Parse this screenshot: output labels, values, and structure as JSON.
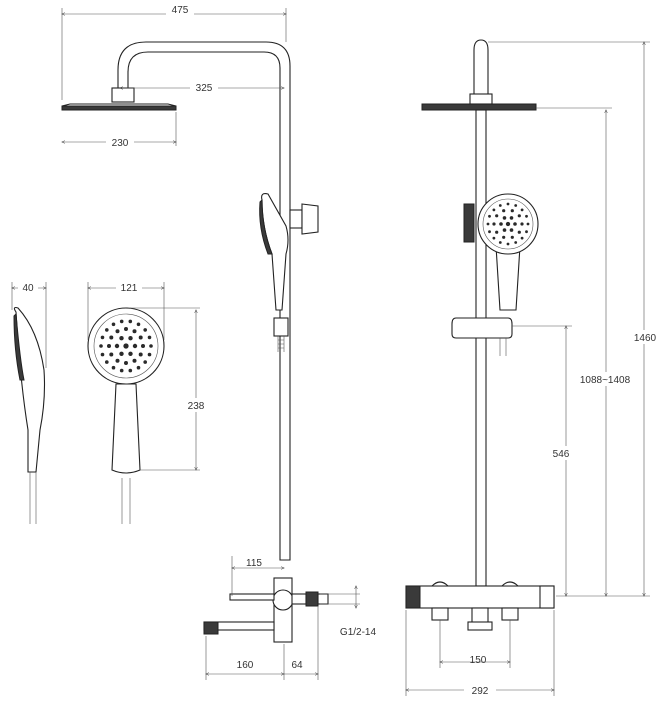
{
  "dimensions": {
    "arm_length": "475",
    "arm_reach": "325",
    "head_diameter": "230",
    "hand_depth": "40",
    "hand_width": "121",
    "hand_length": "238",
    "spout_offset": "115",
    "spout_length": "160",
    "inlet_offset": "64",
    "thread": "G1/2-14",
    "total_height": "1460",
    "rail_range": "1088~1408",
    "holder_height": "546",
    "inlet_spacing": "150",
    "mixer_width": "292"
  },
  "colors": {
    "line": "#333333",
    "fill": "#ffffff",
    "dark": "#3a3a3a"
  }
}
